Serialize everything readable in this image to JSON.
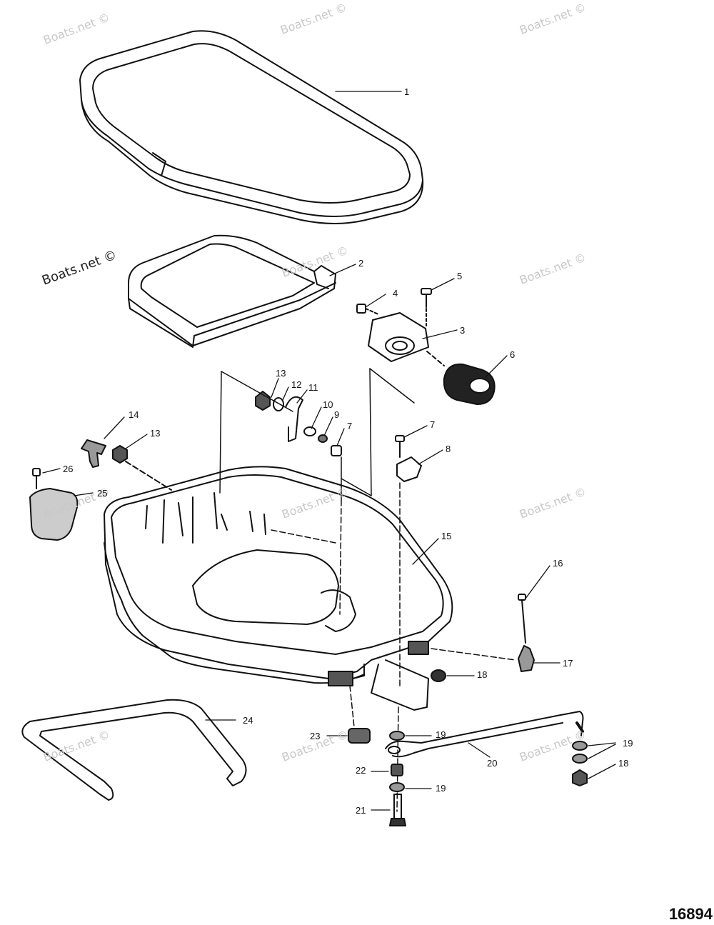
{
  "watermark": {
    "text": "Boats.net ©"
  },
  "figure_number": "16894",
  "parts": [
    {
      "id": "1",
      "label": "1"
    },
    {
      "id": "2",
      "label": "2"
    },
    {
      "id": "3",
      "label": "3"
    },
    {
      "id": "4",
      "label": "4"
    },
    {
      "id": "5",
      "label": "5"
    },
    {
      "id": "6",
      "label": "6"
    },
    {
      "id": "7",
      "label": "7"
    },
    {
      "id": "8",
      "label": "8"
    },
    {
      "id": "9",
      "label": "9"
    },
    {
      "id": "10",
      "label": "10"
    },
    {
      "id": "11",
      "label": "11"
    },
    {
      "id": "12",
      "label": "12"
    },
    {
      "id": "13",
      "label": "13"
    },
    {
      "id": "14",
      "label": "14"
    },
    {
      "id": "15",
      "label": "15"
    },
    {
      "id": "16",
      "label": "16"
    },
    {
      "id": "17",
      "label": "17"
    },
    {
      "id": "18",
      "label": "18"
    },
    {
      "id": "19",
      "label": "19"
    },
    {
      "id": "20",
      "label": "20"
    },
    {
      "id": "21",
      "label": "21"
    },
    {
      "id": "22",
      "label": "22"
    },
    {
      "id": "23",
      "label": "23"
    },
    {
      "id": "24",
      "label": "24"
    },
    {
      "id": "25",
      "label": "25"
    },
    {
      "id": "26",
      "label": "26"
    }
  ]
}
